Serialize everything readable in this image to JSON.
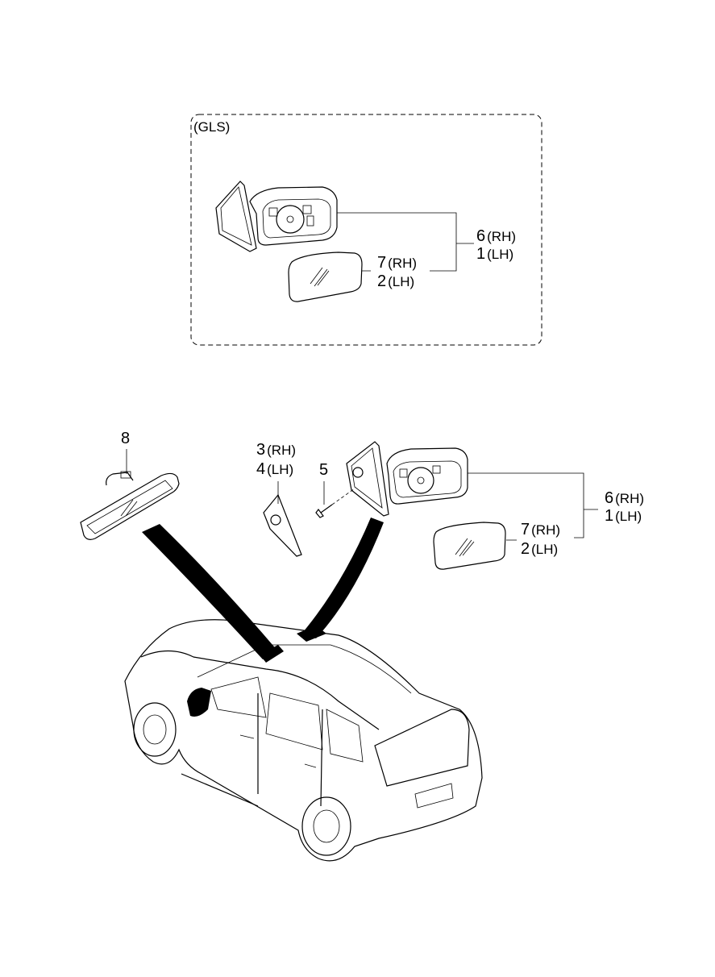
{
  "inset": {
    "variant_label": "(GLS)",
    "callouts": [
      {
        "number": "6",
        "side": "(RH)"
      },
      {
        "number": "1",
        "side": "(LH)"
      },
      {
        "number": "7",
        "side": "(RH)"
      },
      {
        "number": "2",
        "side": "(LH)"
      }
    ]
  },
  "main": {
    "callouts": [
      {
        "number": "8",
        "side": ""
      },
      {
        "number": "3",
        "side": "(RH)"
      },
      {
        "number": "4",
        "side": "(LH)"
      },
      {
        "number": "5",
        "side": ""
      },
      {
        "number": "6",
        "side": "(RH)"
      },
      {
        "number": "1",
        "side": "(LH)"
      },
      {
        "number": "7",
        "side": "(RH)"
      },
      {
        "number": "2",
        "side": "(LH)"
      }
    ]
  }
}
